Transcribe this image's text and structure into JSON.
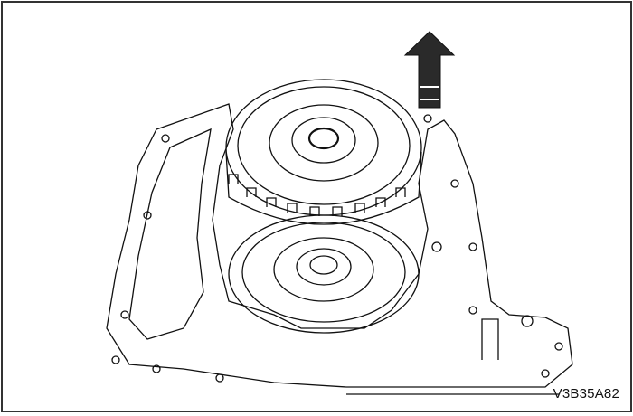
{
  "figure": {
    "code_label": "V3B35A82",
    "arrow_direction": "up",
    "subject": "transmission case with clutch drum assembly being removed",
    "colors": {
      "line": "#111111",
      "background": "#ffffff",
      "arrow_fill": "#2a2a2a"
    }
  }
}
